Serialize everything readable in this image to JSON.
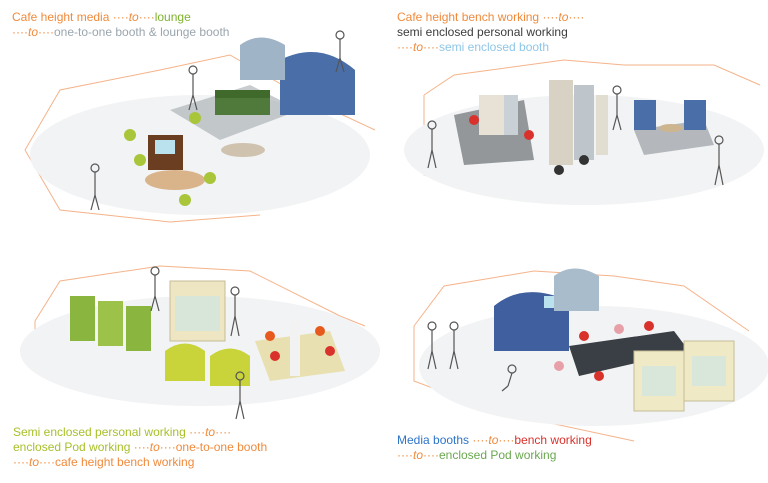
{
  "colors": {
    "orange": "#f08a3c",
    "green": "#7fb22e",
    "grey": "#9aa6ae",
    "dark": "#3c3c3c",
    "light_blue": "#8ec6e6",
    "yellow_green": "#a7c12a",
    "blue": "#2e74c8",
    "red": "#d9312b",
    "mid_green": "#6aa84f"
  },
  "icons": [
    "person-figure",
    "sofa",
    "booth",
    "chair",
    "table",
    "pod",
    "screen-desk"
  ],
  "panels": [
    {
      "lines": [
        [
          {
            "text": "Cafe height media ",
            "color": "#f08a3c"
          },
          {
            "text": "····",
            "color": "#f08a3c"
          },
          {
            "text": "to",
            "color": "#f08a3c"
          },
          {
            "text": "····",
            "color": "#f08a3c"
          },
          {
            "text": "lounge",
            "color": "#7fb22e"
          }
        ],
        [
          {
            "text": "····",
            "color": "#f08a3c"
          },
          {
            "text": "to",
            "color": "#f08a3c"
          },
          {
            "text": "····",
            "color": "#f08a3c"
          },
          {
            "text": "one-to-one booth & lounge booth",
            "color": "#9aa6ae"
          }
        ]
      ]
    },
    {
      "lines": [
        [
          {
            "text": "Cafe height bench working ",
            "color": "#f08a3c"
          },
          {
            "text": "····",
            "color": "#f08a3c"
          },
          {
            "text": "to",
            "color": "#f08a3c"
          },
          {
            "text": "····",
            "color": "#f08a3c"
          }
        ],
        [
          {
            "text": "semi enclosed personal working",
            "color": "#3c3c3c"
          }
        ],
        [
          {
            "text": "····",
            "color": "#f08a3c"
          },
          {
            "text": "to",
            "color": "#f08a3c"
          },
          {
            "text": "····",
            "color": "#f08a3c"
          },
          {
            "text": "semi enclosed booth",
            "color": "#8ec6e6"
          }
        ]
      ]
    },
    {
      "lines": [
        [
          {
            "text": "Semi enclosed personal working ",
            "color": "#a7c12a"
          },
          {
            "text": "····",
            "color": "#f08a3c"
          },
          {
            "text": "to",
            "color": "#f08a3c"
          },
          {
            "text": "····",
            "color": "#f08a3c"
          }
        ],
        [
          {
            "text": "enclosed Pod working ",
            "color": "#a7c12a"
          },
          {
            "text": "····",
            "color": "#f08a3c"
          },
          {
            "text": "to",
            "color": "#f08a3c"
          },
          {
            "text": "····",
            "color": "#f08a3c"
          },
          {
            "text": "one-to-one booth",
            "color": "#f08a3c"
          }
        ],
        [
          {
            "text": "····",
            "color": "#f08a3c"
          },
          {
            "text": "to",
            "color": "#f08a3c"
          },
          {
            "text": "····",
            "color": "#f08a3c"
          },
          {
            "text": "cafe height bench working",
            "color": "#f08a3c"
          }
        ]
      ]
    },
    {
      "lines": [
        [
          {
            "text": "Media booths ",
            "color": "#2e74c8"
          },
          {
            "text": "····",
            "color": "#f08a3c"
          },
          {
            "text": "to",
            "color": "#f08a3c"
          },
          {
            "text": "····",
            "color": "#f08a3c"
          },
          {
            "text": "bench working",
            "color": "#d9312b"
          }
        ],
        [
          {
            "text": "····",
            "color": "#f08a3c"
          },
          {
            "text": "to",
            "color": "#f08a3c"
          },
          {
            "text": "····",
            "color": "#f08a3c"
          },
          {
            "text": "enclosed Pod working",
            "color": "#6aa84f"
          }
        ]
      ]
    }
  ]
}
